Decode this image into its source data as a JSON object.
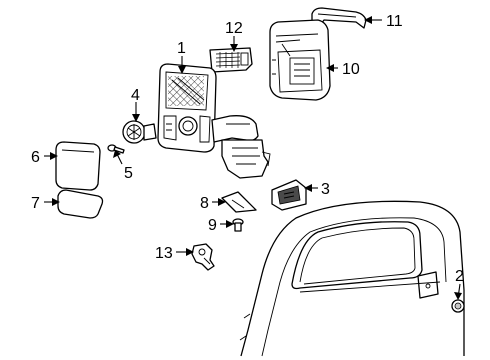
{
  "callouts": [
    {
      "id": "1",
      "text": "1"
    },
    {
      "id": "2",
      "text": "2"
    },
    {
      "id": "3",
      "text": "3"
    },
    {
      "id": "4",
      "text": "4"
    },
    {
      "id": "5",
      "text": "5"
    },
    {
      "id": "6",
      "text": "6"
    },
    {
      "id": "7",
      "text": "7"
    },
    {
      "id": "8",
      "text": "8"
    },
    {
      "id": "9",
      "text": "9"
    },
    {
      "id": "10",
      "text": "10"
    },
    {
      "id": "11",
      "text": "11"
    },
    {
      "id": "12",
      "text": "12"
    },
    {
      "id": "13",
      "text": "13"
    }
  ],
  "colors": {
    "line": "#000000",
    "background": "#ffffff",
    "shade": "#c8c8c8"
  }
}
